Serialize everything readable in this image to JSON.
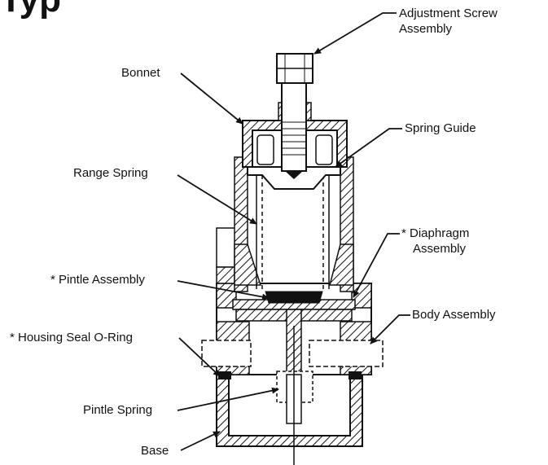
{
  "title": "Typ",
  "labels": {
    "adjustment_screw_1": "Adjustment Screw",
    "adjustment_screw_2": "Assembly",
    "bonnet": "Bonnet",
    "spring_guide": "Spring Guide",
    "range_spring": "Range Spring",
    "diaphragm_1": "* Diaphragm",
    "diaphragm_2": "Assembly",
    "pintle_assembly": "* Pintle Assembly",
    "body_assembly": "Body Assembly",
    "housing_seal": "* Housing Seal O-Ring",
    "pintle_spring": "Pintle Spring",
    "base": "Base"
  }
}
